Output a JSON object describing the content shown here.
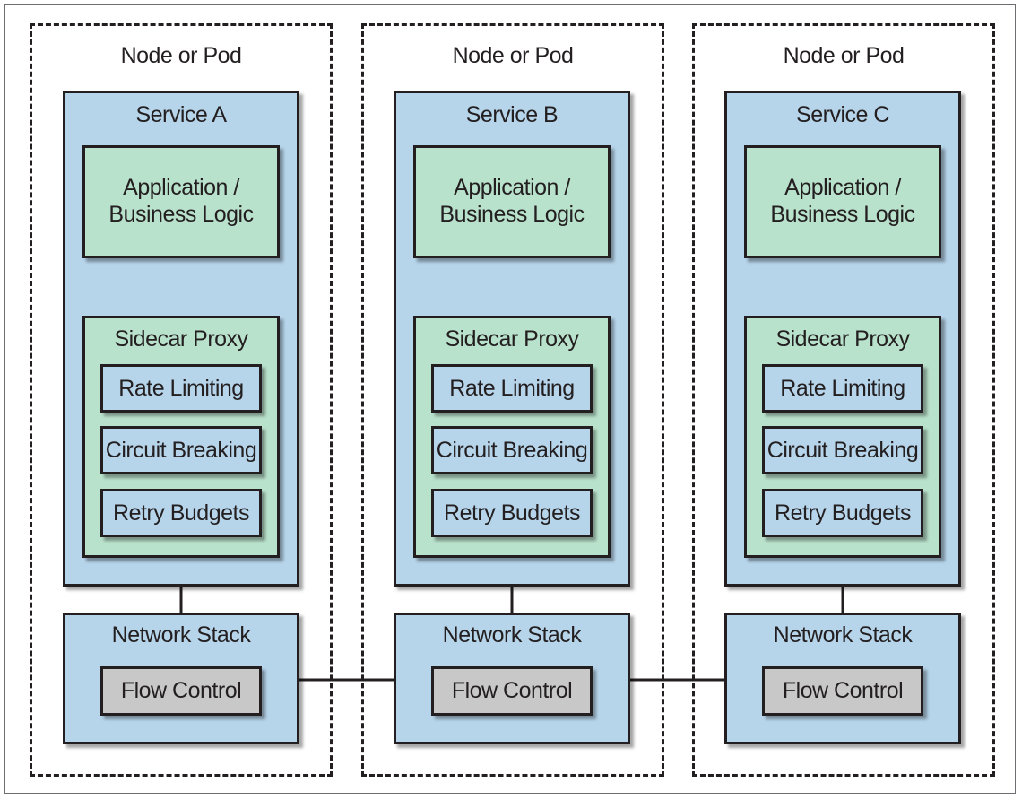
{
  "columns": [
    {
      "node_label": "Node or Pod",
      "service_label": "Service A",
      "app_label_line1": "Application /",
      "app_label_line2": "Business Logic",
      "sidecar_label": "Sidecar Proxy",
      "features": [
        "Rate Limiting",
        "Circuit Breaking",
        "Retry Budgets"
      ],
      "network_label": "Network Stack",
      "flow_label": "Flow Control"
    },
    {
      "node_label": "Node or Pod",
      "service_label": "Service B",
      "app_label_line1": "Application /",
      "app_label_line2": "Business Logic",
      "sidecar_label": "Sidecar Proxy",
      "features": [
        "Rate Limiting",
        "Circuit Breaking",
        "Retry Budgets"
      ],
      "network_label": "Network Stack",
      "flow_label": "Flow Control"
    },
    {
      "node_label": "Node or Pod",
      "service_label": "Service C",
      "app_label_line1": "Application /",
      "app_label_line2": "Business Logic",
      "sidecar_label": "Sidecar Proxy",
      "features": [
        "Rate Limiting",
        "Circuit Breaking",
        "Retry Budgets"
      ],
      "network_label": "Network Stack",
      "flow_label": "Flow Control"
    }
  ],
  "colors": {
    "service_fill": "#b6d4ea",
    "logic_fill": "#b9e2cc",
    "flow_fill": "#c8c8c8",
    "stroke": "#231f20"
  }
}
